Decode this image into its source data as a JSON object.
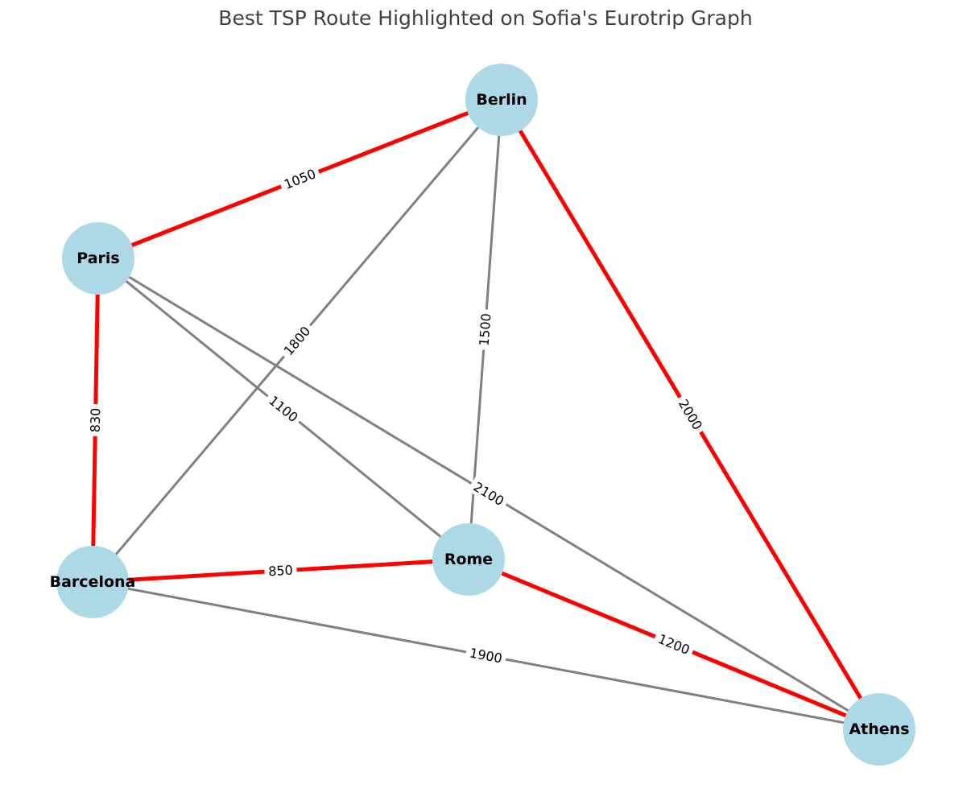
{
  "title": "Best TSP Route Highlighted on Sofia's Eurotrip Graph",
  "colors": {
    "node_fill": "#add8e6",
    "route_edge": "#ff0000",
    "other_edge": "#808080",
    "label_background": "#ffffff"
  },
  "nodes": {
    "berlin": "Berlin",
    "paris": "Paris",
    "barcelona": "Barcelona",
    "rome": "Rome",
    "athens": "Athens"
  },
  "edges": [
    {
      "from": "paris",
      "to": "berlin",
      "distance": "1050",
      "in_route": true
    },
    {
      "from": "berlin",
      "to": "athens",
      "distance": "2000",
      "in_route": true
    },
    {
      "from": "paris",
      "to": "barcelona",
      "distance": "830",
      "in_route": true
    },
    {
      "from": "barcelona",
      "to": "rome",
      "distance": "850",
      "in_route": true
    },
    {
      "from": "rome",
      "to": "athens",
      "distance": "1200",
      "in_route": true
    },
    {
      "from": "berlin",
      "to": "barcelona",
      "distance": "1800",
      "in_route": false
    },
    {
      "from": "berlin",
      "to": "rome",
      "distance": "1500",
      "in_route": false
    },
    {
      "from": "paris",
      "to": "rome",
      "distance": "1100",
      "in_route": false
    },
    {
      "from": "paris",
      "to": "athens",
      "distance": "2100",
      "in_route": false
    },
    {
      "from": "barcelona",
      "to": "athens",
      "distance": "1900",
      "in_route": false
    }
  ]
}
